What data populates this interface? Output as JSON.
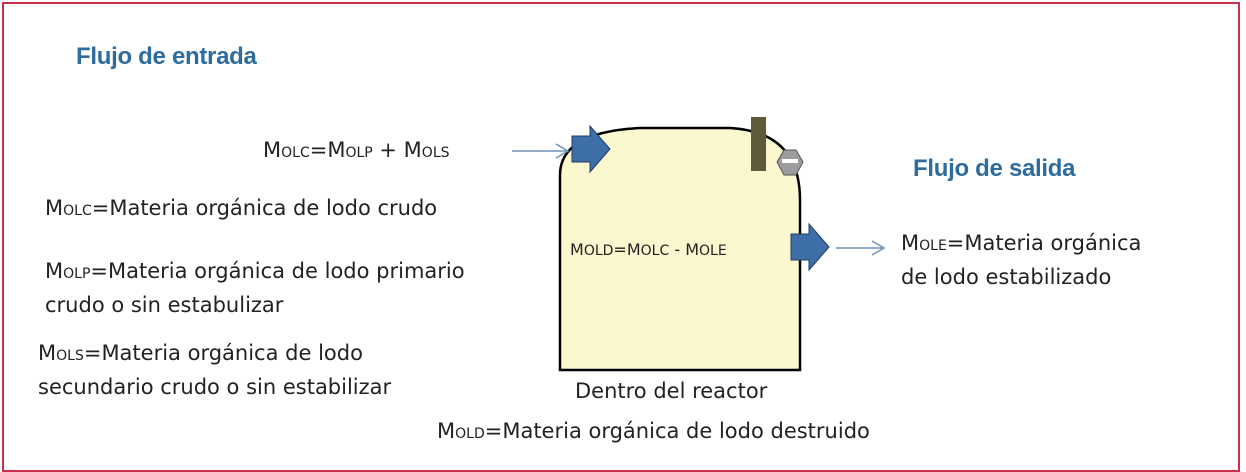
{
  "headings": {
    "inflow": "Flujo de entrada",
    "outflow": "Flujo de salida"
  },
  "equations": {
    "input": {
      "m1": "M",
      "s1": "OLC",
      "eq": "=M",
      "s2": "OLP",
      "plus": " + M",
      "s3": "OLS"
    },
    "reactor": {
      "m1": "M",
      "s1": "OLD",
      "eq": "=M",
      "s2": "OLC",
      "minus": " - M",
      "s3": "OLE"
    }
  },
  "definitions": {
    "olc": {
      "m": "M",
      "sub": "OLC",
      "text": "=Materia orgánica de lodo crudo"
    },
    "olp": {
      "m": "M",
      "sub": "OLP",
      "line1": "=Materia orgánica de lodo primario",
      "line2": "crudo o sin estabulizar"
    },
    "ols": {
      "m": "M",
      "sub": "OLS",
      "line1": "=Materia orgánica de lodo",
      "line2": "secundario crudo o sin estabilizar"
    },
    "ole": {
      "m": "M",
      "sub": "OLE",
      "line1": "=Materia orgánica",
      "line2": "de lodo estabilizado"
    },
    "old": {
      "m": "M",
      "sub": "OLD",
      "text": "=Materia orgánica de lodo destruido"
    }
  },
  "reactor_label": "Dentro del reactor",
  "colors": {
    "frame": "#c8314b",
    "heading": "#2e6c9e",
    "reactor_fill": "#fbf8cf",
    "arrow_fill": "#3d6fa6",
    "post": "#5f5a3a",
    "valve": "#9c9c9c"
  }
}
